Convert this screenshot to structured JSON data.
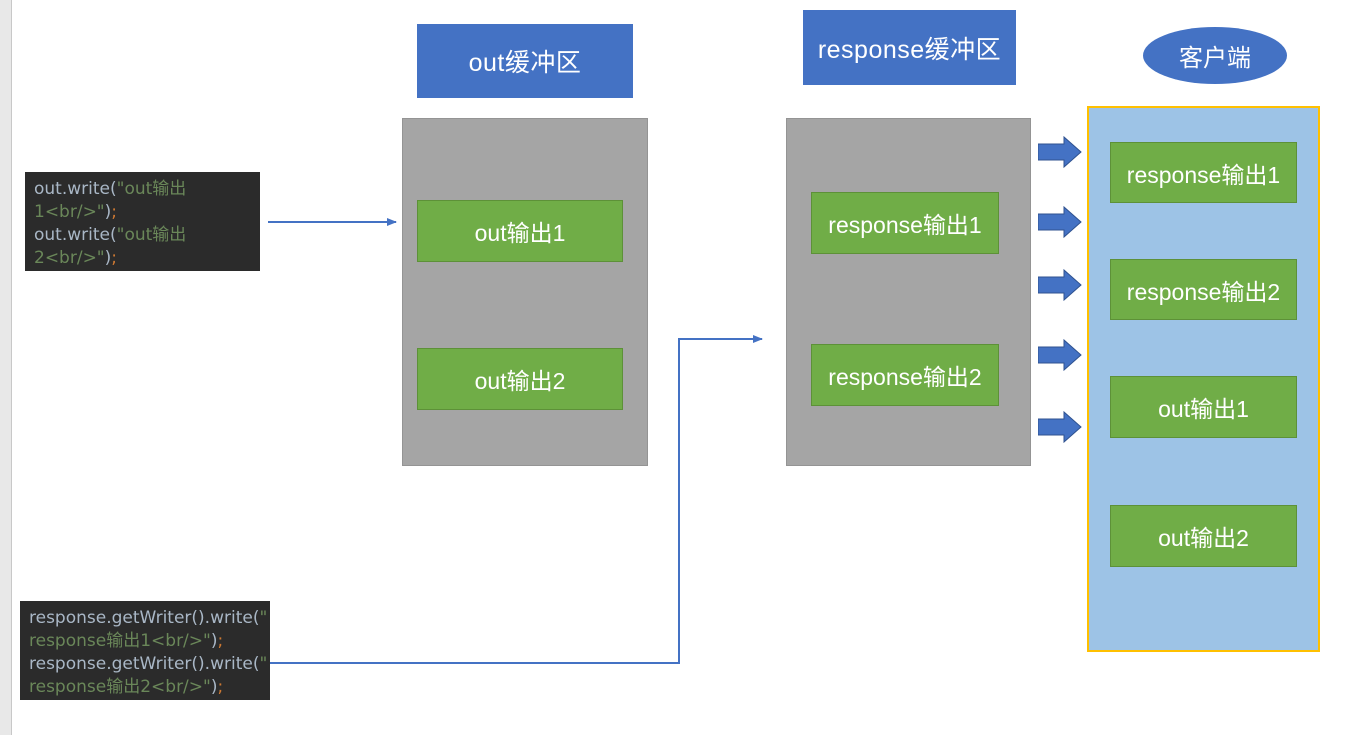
{
  "page": {
    "title": "out缓冲区与response缓冲区输出顺序示意图",
    "background": "#ffffff",
    "margin_strip_color": "#e8e8e8"
  },
  "colors": {
    "header_blue": "#4472c4",
    "buffer_gray": "#a5a5a5",
    "item_green": "#70ad47",
    "client_panel_blue": "#9dc3e6",
    "client_panel_border": "#ffc000",
    "arrow_blue": "#4472c4",
    "thin_line_blue": "#4472c4",
    "code_bg": "#2b2b2b",
    "code_text": "#a9b7c6",
    "code_string": "#6a8759"
  },
  "headers": {
    "out_buffer": "out缓冲区",
    "response_buffer": "response缓冲区",
    "client": "客户端"
  },
  "out_buffer": {
    "label": "out缓冲区",
    "items": [
      {
        "label": "out输出1"
      },
      {
        "label": "out输出2"
      }
    ]
  },
  "response_buffer": {
    "label": "response缓冲区",
    "items": [
      {
        "label": "response输出1"
      },
      {
        "label": "response输出2"
      }
    ]
  },
  "client": {
    "label": "客户端",
    "items": [
      {
        "label": "response输出1"
      },
      {
        "label": "response输出2"
      },
      {
        "label": "out输出1"
      },
      {
        "label": "out输出2"
      }
    ]
  },
  "code_blocks": [
    {
      "id": "out-code",
      "lines": [
        [
          {
            "t": "out.write(",
            "c": "plain"
          },
          {
            "t": "\"out输出",
            "c": "str"
          }
        ],
        [
          {
            "t": "1<br/>\"",
            "c": "str"
          },
          {
            "t": ")",
            "c": "punc"
          },
          {
            "t": ";",
            "c": "semi"
          }
        ],
        [
          {
            "t": "out.write(",
            "c": "plain"
          },
          {
            "t": "\"out输出",
            "c": "str"
          }
        ],
        [
          {
            "t": "2<br/>\"",
            "c": "str"
          },
          {
            "t": ")",
            "c": "punc"
          },
          {
            "t": ";",
            "c": "semi"
          }
        ]
      ],
      "plain_text": "out.write(\"out输出1<br/>\");\nout.write(\"out输出2<br/>\");"
    },
    {
      "id": "response-code",
      "lines": [
        [
          {
            "t": "response.getWriter().write(",
            "c": "plain"
          },
          {
            "t": "\"",
            "c": "str"
          }
        ],
        [
          {
            "t": "response输出1<br/>\"",
            "c": "str"
          },
          {
            "t": ")",
            "c": "punc"
          },
          {
            "t": ";",
            "c": "semi"
          }
        ],
        [
          {
            "t": "response.getWriter().write(",
            "c": "plain"
          },
          {
            "t": "\"",
            "c": "str"
          }
        ],
        [
          {
            "t": "response输出2<br/>\"",
            "c": "str"
          },
          {
            "t": ")",
            "c": "punc"
          },
          {
            "t": ";",
            "c": "semi"
          }
        ]
      ],
      "plain_text": "response.getWriter().write(\"response输出1<br/>\");\nresponse.getWriter().write(\"response输出2<br/>\");"
    }
  ],
  "arrows": {
    "block_arrow_count": 5,
    "thin_arrow_out": "out.write 代码 → out缓冲区",
    "thin_arrow_response": "response.getWriter().write 代码 → response缓冲区"
  }
}
